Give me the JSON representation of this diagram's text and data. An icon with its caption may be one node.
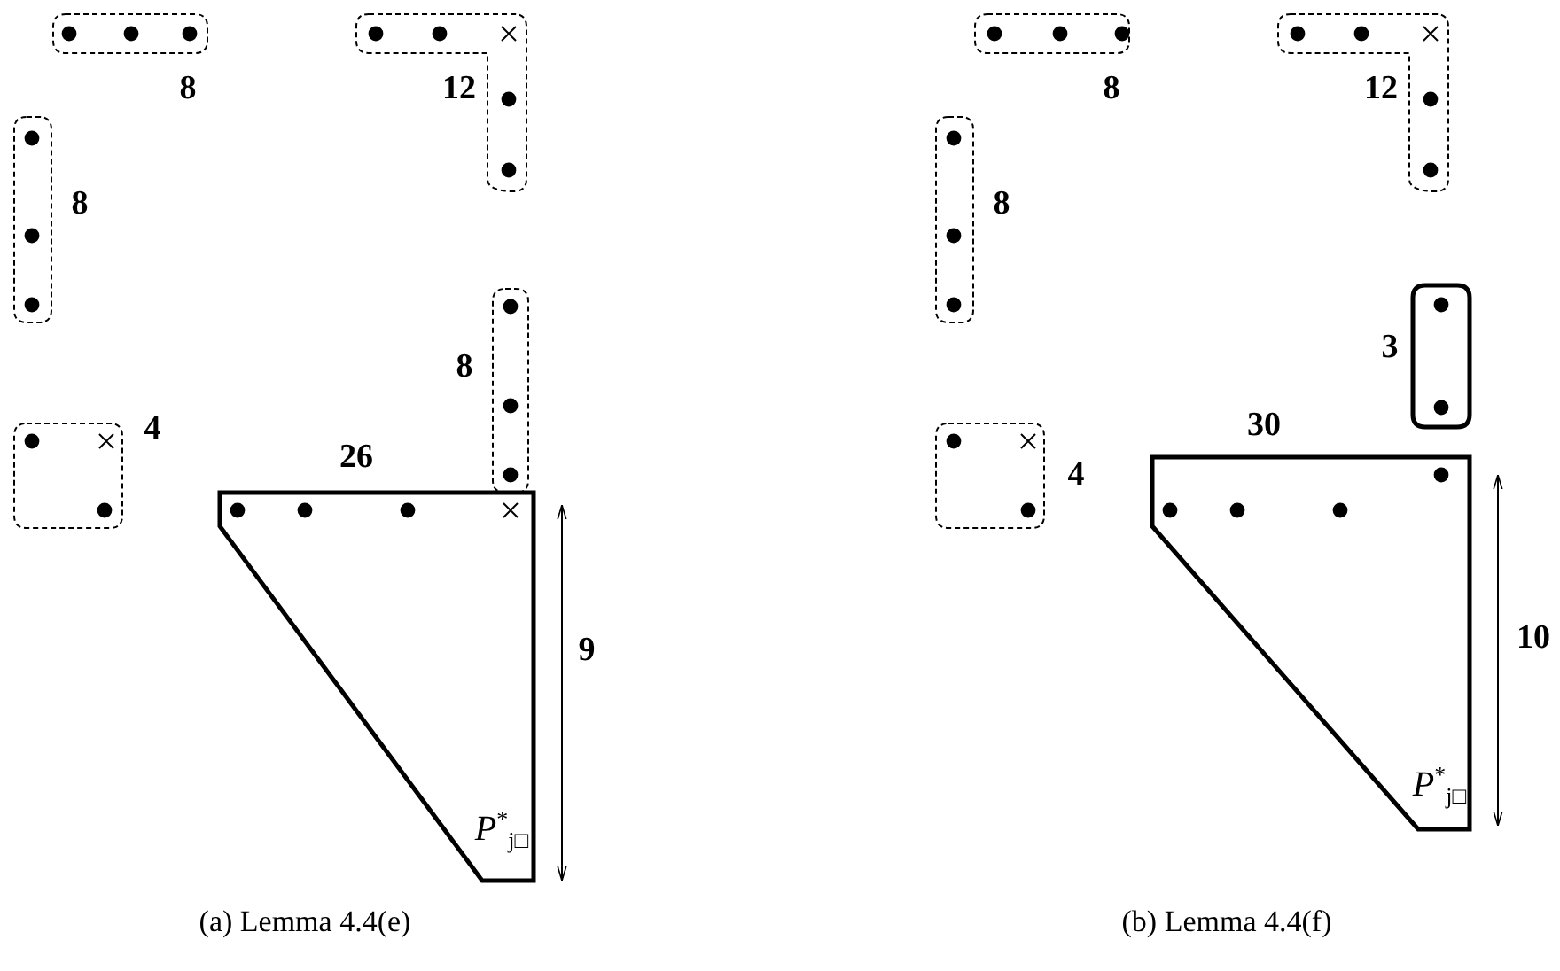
{
  "diagram": {
    "nodes": [
      {
        "text": [],
        "shape": "bar",
        "beside": [
          "8"
        ]
      },
      {
        "text": [],
        "shape": "corner",
        "beside": [
          "12"
        ]
      },
      {
        "text": [],
        "shape": "bar",
        "beside": [
          "8"
        ]
      },
      {
        "text": [],
        "shape": "bar",
        "beside": [
          "8"
        ]
      },
      {
        "text": [],
        "shape": "box",
        "beside": [
          "4"
        ]
      },
      {
        "text": [
          "*P*$^{*}$$_{j□}$"
        ],
        "beside": [
          "26"
        ]
      },
      {
        "text": [],
        "shape": "bar",
        "beside": [
          "8"
        ]
      },
      {
        "text": [],
        "shape": "corner",
        "beside": [
          "12"
        ]
      },
      {
        "text": [],
        "shape": "bar",
        "beside": [
          "8"
        ]
      },
      {
        "text": [],
        "shape": "box",
        "beside": [
          "3"
        ]
      },
      {
        "text": [],
        "shape": "box",
        "beside": [
          "4"
        ]
      },
      {
        "text": [
          "*P*$^{*}$$_{j□}$"
        ],
        "beside": [
          "30"
        ]
      }
    ],
    "labels": [
      "9",
      "(a) Lemma 4.4(e)",
      "10",
      "(b) Lemma 4.4(f)"
    ]
  }
}
